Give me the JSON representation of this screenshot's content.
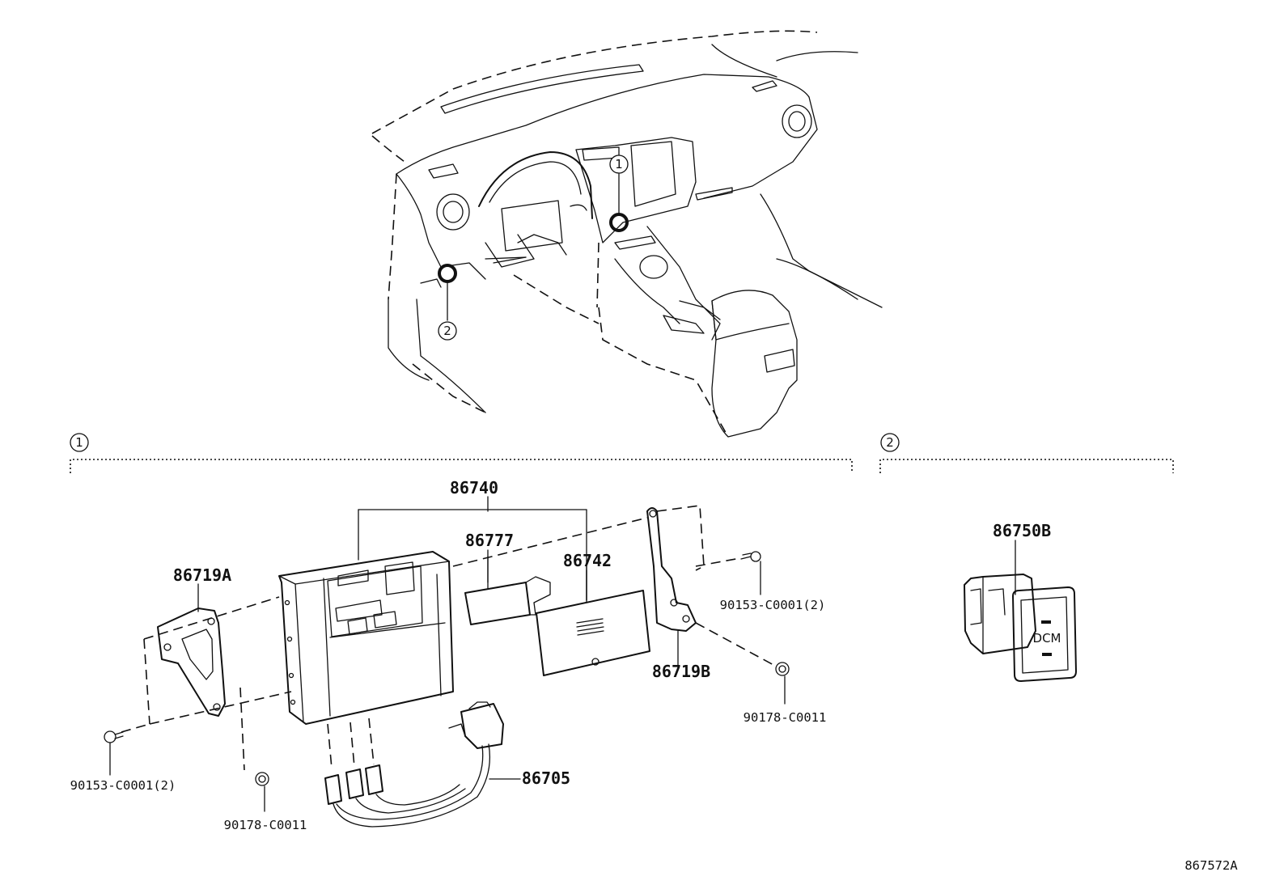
{
  "callouts": {
    "c1": "1",
    "c2": "2"
  },
  "sections": {
    "s1": "1",
    "s2": "2"
  },
  "parts": {
    "p86740": "86740",
    "p86777": "86777",
    "p86742": "86742",
    "p86719A": "86719A",
    "p86719B": "86719B",
    "p90153_right": "90153-C0001(2)",
    "p90153_left": "90153-C0001(2)",
    "p90178_right": "90178-C0011",
    "p90178_left": "90178-C0011",
    "p86705": "86705",
    "p86750B": "86750B"
  },
  "switch_text": "DCM",
  "figure_id": "867572A"
}
